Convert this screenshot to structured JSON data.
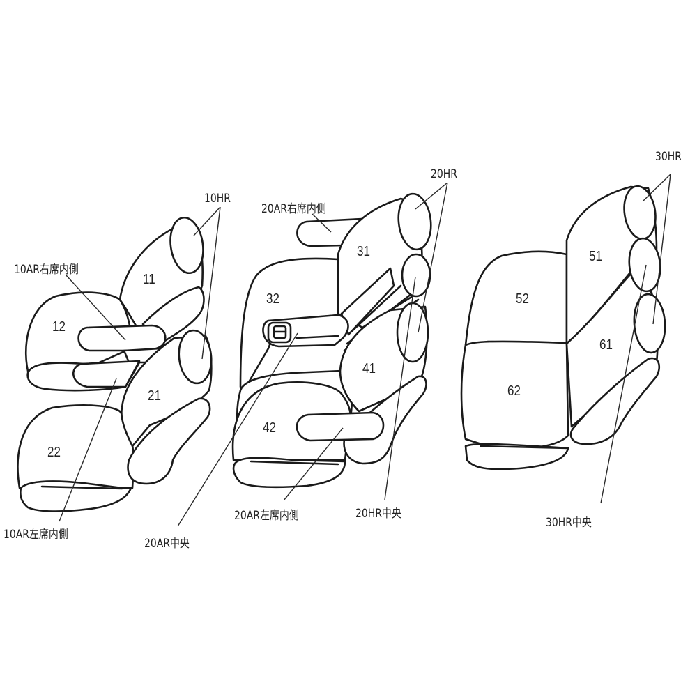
{
  "diagram": {
    "type": "seat-cover-parts-diagram",
    "background": "#ffffff",
    "line_color": "#1a1a1a",
    "groups": [
      {
        "name": "front-seats",
        "parts": [
          "11",
          "12",
          "21",
          "22"
        ]
      },
      {
        "name": "second-row-seats",
        "parts": [
          "31",
          "32",
          "41",
          "42"
        ]
      },
      {
        "name": "third-row-bench",
        "parts": [
          "51",
          "52",
          "61",
          "62"
        ]
      }
    ]
  },
  "parts": {
    "p11": "11",
    "p12": "12",
    "p21": "21",
    "p22": "22",
    "p31": "31",
    "p32": "32",
    "p41": "41",
    "p42": "42",
    "p51": "51",
    "p52": "52",
    "p61": "61",
    "p62": "62"
  },
  "labels": {
    "hr10": "10HR",
    "ar10_right_inner": "10AR右席内側",
    "ar10_left_inner": "10AR左席内側",
    "hr20": "20HR",
    "ar20_right_inner": "20AR右席内側",
    "ar20_center": "20AR中央",
    "ar20_left_inner": "20AR左席内側",
    "hr20_center": "20HR中央",
    "hr30": "30HR",
    "hr30_center": "30HR中央"
  }
}
